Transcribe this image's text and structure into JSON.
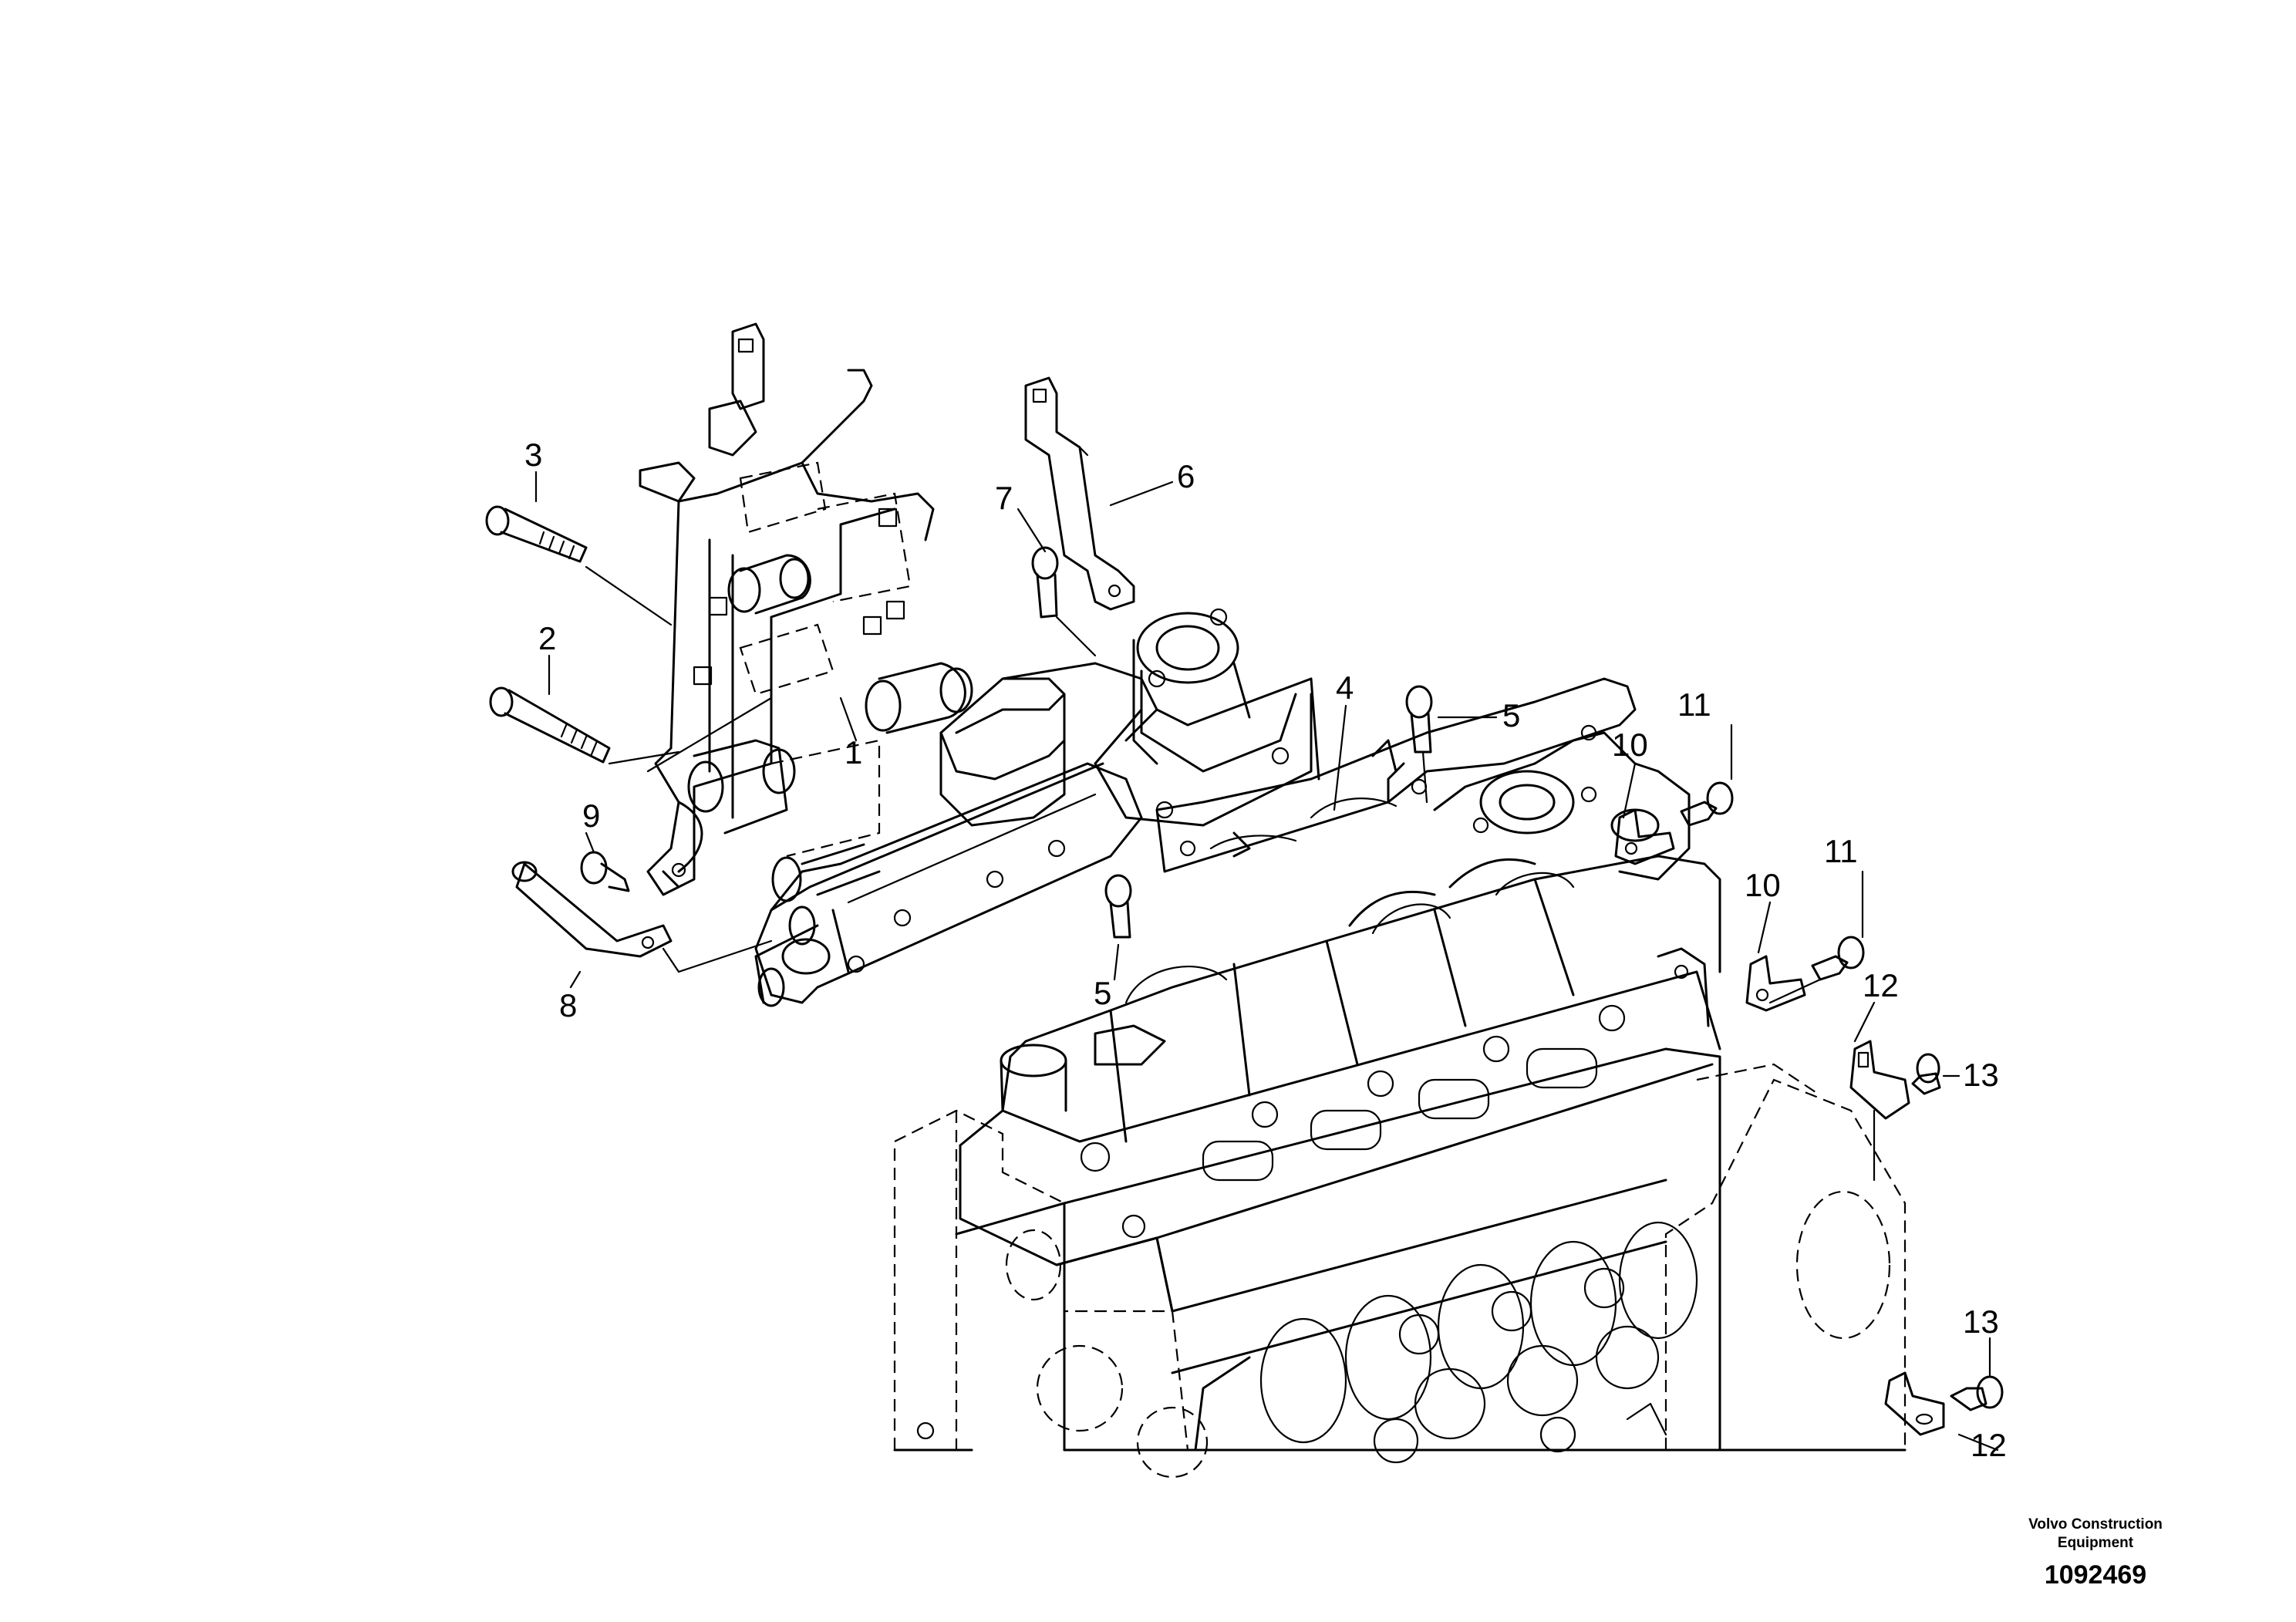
{
  "callouts": [
    {
      "id": "c1",
      "text": "1"
    },
    {
      "id": "c2",
      "text": "2"
    },
    {
      "id": "c3",
      "text": "3"
    },
    {
      "id": "c4",
      "text": "4"
    },
    {
      "id": "c5a",
      "text": "5"
    },
    {
      "id": "c5b",
      "text": "5"
    },
    {
      "id": "c6",
      "text": "6"
    },
    {
      "id": "c7",
      "text": "7"
    },
    {
      "id": "c8",
      "text": "8"
    },
    {
      "id": "c9",
      "text": "9"
    },
    {
      "id": "c10a",
      "text": "10"
    },
    {
      "id": "c10b",
      "text": "10"
    },
    {
      "id": "c11a",
      "text": "11"
    },
    {
      "id": "c11b",
      "text": "11"
    },
    {
      "id": "c12a",
      "text": "12"
    },
    {
      "id": "c12b",
      "text": "12"
    },
    {
      "id": "c13a",
      "text": "13"
    },
    {
      "id": "c13b",
      "text": "13"
    }
  ],
  "footer": {
    "brand_line1": "Volvo Construction",
    "brand_line2": "Equipment",
    "drawing_number": "1092469"
  }
}
